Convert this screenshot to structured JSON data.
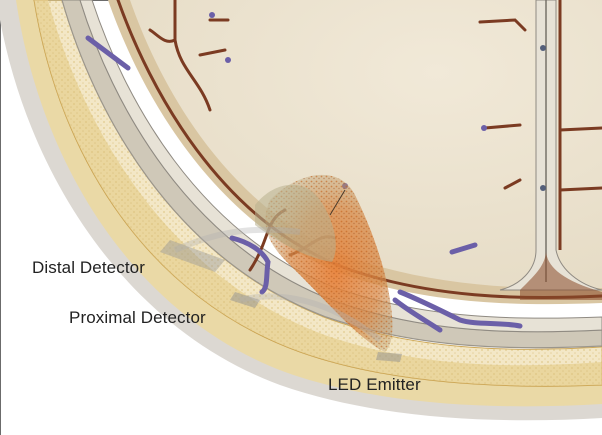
{
  "labels": {
    "distal_detector": "Distal Detector",
    "proximal_detector": "Proximal Detector",
    "led_emitter": "LED Emitter"
  },
  "colors": {
    "brain": "#efe6d3",
    "scalp_outer": "#ead9a6",
    "bone": "#e7d39b",
    "membrane": "#c9c0ae",
    "cortex_edge": "#7b3b22",
    "vessel_blue": "#6b5fa8",
    "light_path": "#d97e3a"
  }
}
